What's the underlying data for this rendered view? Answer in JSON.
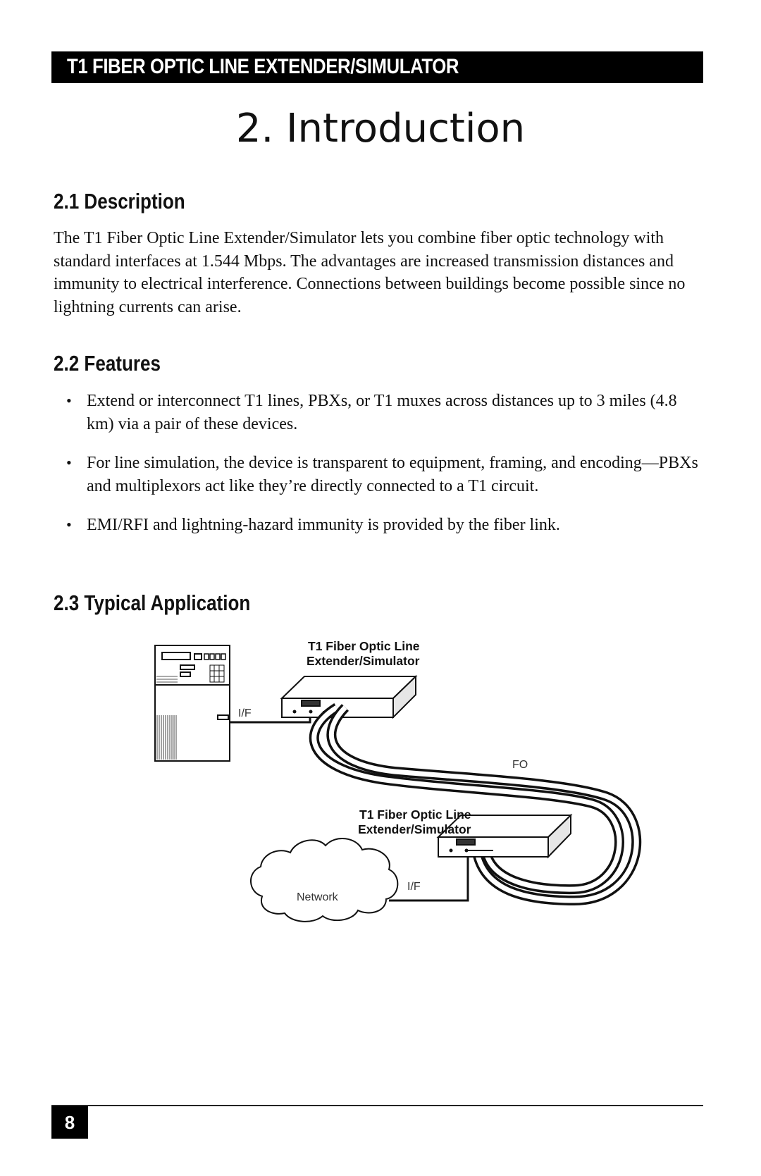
{
  "header": {
    "title": "T1 FIBER OPTIC LINE EXTENDER/SIMULATOR"
  },
  "chapter": {
    "title": "2. Introduction"
  },
  "sections": {
    "description": {
      "heading": "2.1 Description",
      "text": "The T1 Fiber Optic Line Extender/Simulator lets you combine fiber optic technology with standard interfaces at 1.544 Mbps. The advantages are increased transmission distances and immunity to electrical interference. Connections between buildings become possible since no lightning currents can arise."
    },
    "features": {
      "heading": "2.2 Features",
      "items": [
        "Extend or interconnect T1 lines, PBXs, or T1 muxes across distances up to 3 miles (4.8 km) via a pair of these devices.",
        "For line simulation, the device is transparent to equipment, framing, and encoding—PBXs and multiplexors act like they’re directly connected to a T1 circuit.",
        "EMI/RFI and lightning-hazard immunity is provided by the fiber link."
      ]
    },
    "application": {
      "heading": "2.3 Typical Application",
      "figure": {
        "device_top_label_line1": "T1 Fiber Optic Line",
        "device_top_label_line2": "Extender/Simulator",
        "device_bottom_label_line1": "T1 Fiber Optic Line",
        "device_bottom_label_line2": "Extender/Simulator",
        "if_top": "I/F",
        "if_bottom": "I/F",
        "fo": "FO",
        "network": "Network"
      }
    }
  },
  "footer": {
    "page_number": "8"
  }
}
